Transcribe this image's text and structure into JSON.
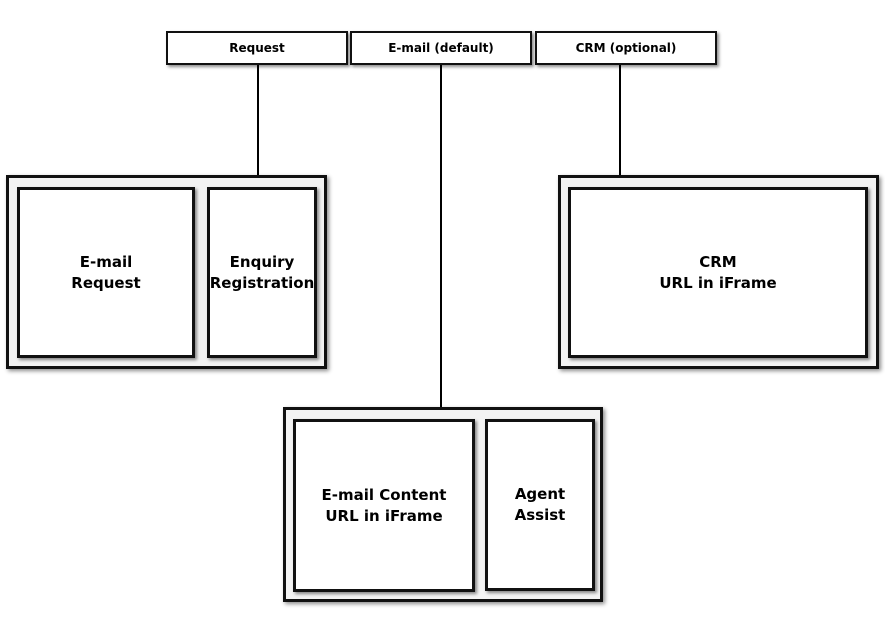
{
  "tabs": {
    "request": "Request",
    "email": "E-mail (default)",
    "crm": "CRM (optional)"
  },
  "panels": {
    "request": {
      "email_request": {
        "line1": "E-mail",
        "line2": "Request"
      },
      "enquiry_registration": {
        "line1": "Enquiry",
        "line2": "Registration"
      }
    },
    "crm": {
      "crm_frame": {
        "line1": "CRM",
        "line2": "URL in iFrame"
      }
    },
    "email": {
      "email_content": {
        "line1": "E-mail Content",
        "line2": "URL in iFrame"
      },
      "agent_assist": {
        "line1": "Agent",
        "line2": "Assist"
      }
    }
  },
  "colors": {
    "border": "#111111",
    "panel_background": "#f3f3f3",
    "box_background": "#ffffff"
  }
}
